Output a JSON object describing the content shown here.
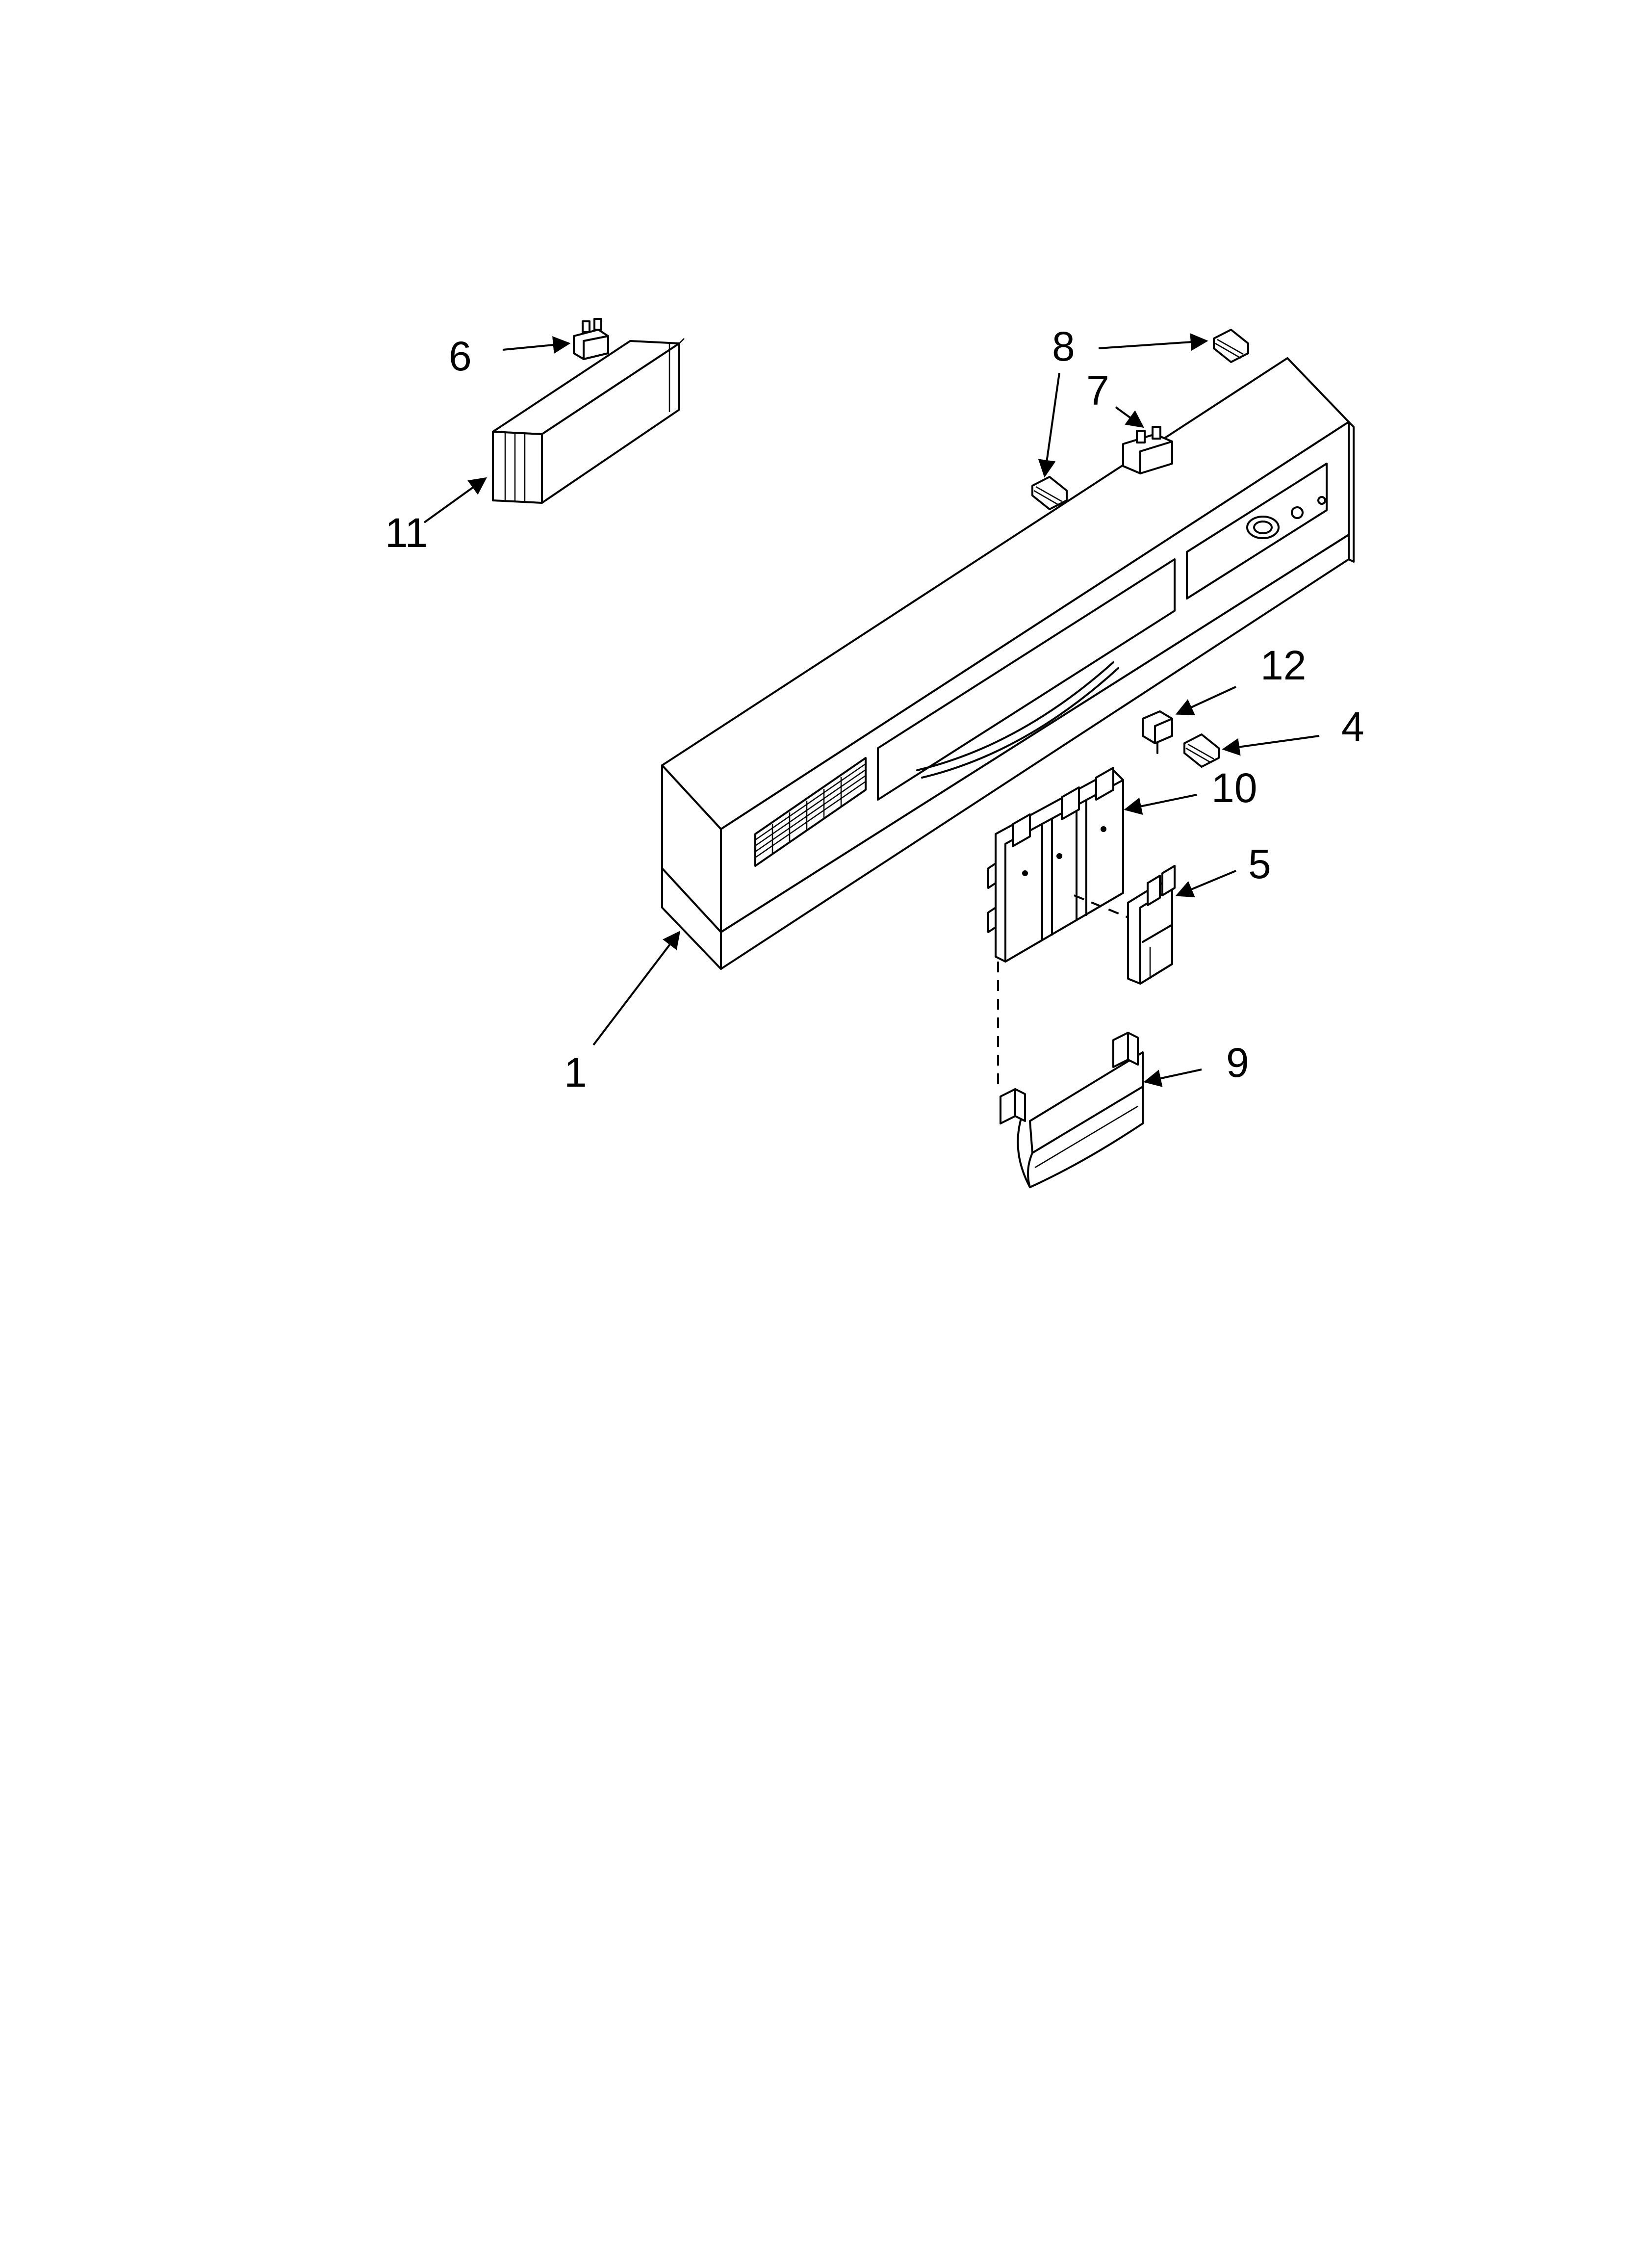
{
  "diagram": {
    "callouts": [
      {
        "id": "c1",
        "label": "1"
      },
      {
        "id": "c4",
        "label": "4"
      },
      {
        "id": "c5",
        "label": "5"
      },
      {
        "id": "c6",
        "label": "6"
      },
      {
        "id": "c7",
        "label": "7"
      },
      {
        "id": "c8",
        "label": "8"
      },
      {
        "id": "c9",
        "label": "9"
      },
      {
        "id": "c10",
        "label": "10"
      },
      {
        "id": "c11",
        "label": "11"
      },
      {
        "id": "c12",
        "label": "12"
      }
    ],
    "colors": {
      "line": "#000000",
      "background": "#ffffff"
    }
  }
}
